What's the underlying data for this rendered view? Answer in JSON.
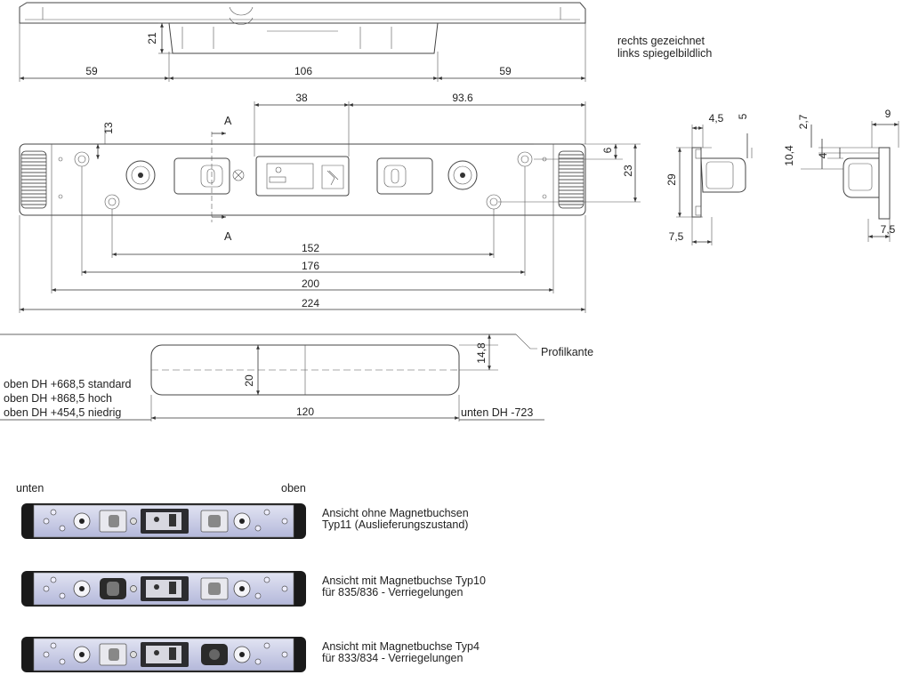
{
  "notes": {
    "drawn_right_1": "rechts gezeichnet",
    "drawn_right_2": "links spiegelbildlich",
    "profile_edge": "Profilkante",
    "top_standard": "oben DH +668,5 standard",
    "top_high": "oben DH +868,5 hoch",
    "top_low": "oben DH +454,5 niedrig",
    "bottom": "unten DH -723",
    "section_mark": "A"
  },
  "dimensions": {
    "top_view": {
      "h21": "21",
      "left59": "59",
      "mid106": "106",
      "right59": "59"
    },
    "front_view": {
      "d38": "38",
      "d93_6": "93.6",
      "d13": "13",
      "d6": "6",
      "d23": "23",
      "d152": "152",
      "d176": "176",
      "d200": "200",
      "d224": "224"
    },
    "side_view_1": {
      "d4_5": "4,5",
      "d5": "5",
      "d29": "29",
      "d7_5": "7,5"
    },
    "side_view_2": {
      "d2_7": "2,7",
      "d9": "9",
      "d10_4": "10,4",
      "d4": "4",
      "d7_5": "7,5"
    },
    "position_view": {
      "d14_8": "14,8",
      "d20": "20",
      "d120": "120"
    }
  },
  "views": {
    "label_bottom": "unten",
    "label_top": "oben",
    "variants": [
      {
        "line1": "Ansicht ohne Magnetbuchsen",
        "line2": "Typ11 (Auslieferungszustand)"
      },
      {
        "line1": "Ansicht mit Magnetbuchse Typ10",
        "line2": "für 835/836 - Verriegelungen"
      },
      {
        "line1": "Ansicht mit Magnetbuchse Typ4",
        "line2": "für 833/834 - Verriegelungen"
      }
    ]
  },
  "colors": {
    "plate": "#c9cce6",
    "end_cap": "#1a1a1a",
    "line": "#333333"
  }
}
